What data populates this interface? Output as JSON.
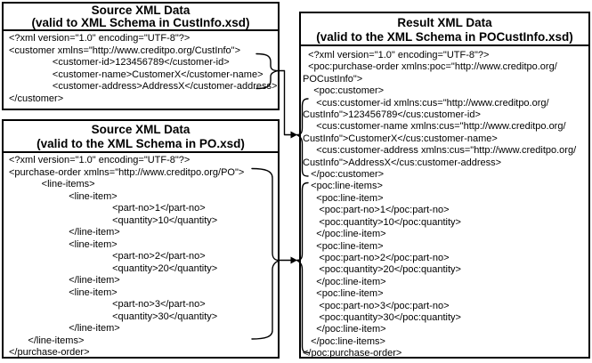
{
  "diagram": {
    "colors": {
      "ink": "#000000",
      "background": "#ffffff"
    },
    "boxes": [
      {
        "title": "Source XML Data",
        "subtitle": "(valid to XML Schema in CustInfo.xsd)",
        "xml": "<?xml version=\"1.0\" encoding=\"UTF-8\"?>\n<customer xmlns=\"http://www.creditpo.org/CustInfo\">\n                <customer-id>123456789</customer-id>\n                <customer-name>CustomerX</customer-name>\n                <customer-address>AddressX</customer-address>\n</customer>"
      },
      {
        "title": "Source XML Data",
        "subtitle": "(valid to the XML Schema in PO.xsd)",
        "xml": "<?xml version=\"1.0\" encoding=\"UTF-8\"?>\n<purchase-order xmlns=\"http://www.creditpo.org/PO\">\n            <line-items>\n                      <line-item>\n                                      <part-no>1</part-no>\n                                      <quantity>10</quantity>\n                      </line-item>\n                      <line-item>\n                                      <part-no>2</part-no>\n                                      <quantity>20</quantity>\n                      </line-item>\n                      <line-item>\n                                      <part-no>3</part-no>\n                                      <quantity>30</quantity>\n                      </line-item>\n       </line-items>\n</purchase-order>"
      },
      {
        "title": "Result XML Data",
        "subtitle": "(valid to the XML Schema in POCustInfo.xsd)",
        "xml": "  <?xml version=\"1.0\" encoding=\"UTF-8\"?>\n  <poc:purchase-order xmlns:poc=\"http://www.creditpo.org/\nPOCustInfo\">\n    <poc:customer>\n     <cus:customer-id xmlns:cus=\"http://www.creditpo.org/\nCustInfo\">123456789</cus:customer-id>\n     <cus:customer-name xmlns:cus=\"http://www.creditpo.org/\nCustInfo\">CustomerX</cus:customer-name>\n     <cus:customer-address xmlns:cus=\"http://www.creditpo.org/\nCustInfo\">AddressX</cus:customer-address>\n   </poc:customer>\n   <poc:line-items>\n     <poc:line-item>\n      <poc:part-no>1</poc:part-no>\n      <poc:quantity>10</poc:quantity>\n     </poc:line-item>\n     <poc:line-item>\n      <poc:part-no>2</poc:part-no>\n      <poc:quantity>20</poc:quantity>\n     </poc:line-item>\n     <poc:line-item>\n      <poc:part-no>3</poc:part-no>\n      <poc:quantity>30</poc:quantity>\n     </poc:line-item>\n   </poc:line-items>\n</poc:purchase-order>"
      }
    ]
  }
}
